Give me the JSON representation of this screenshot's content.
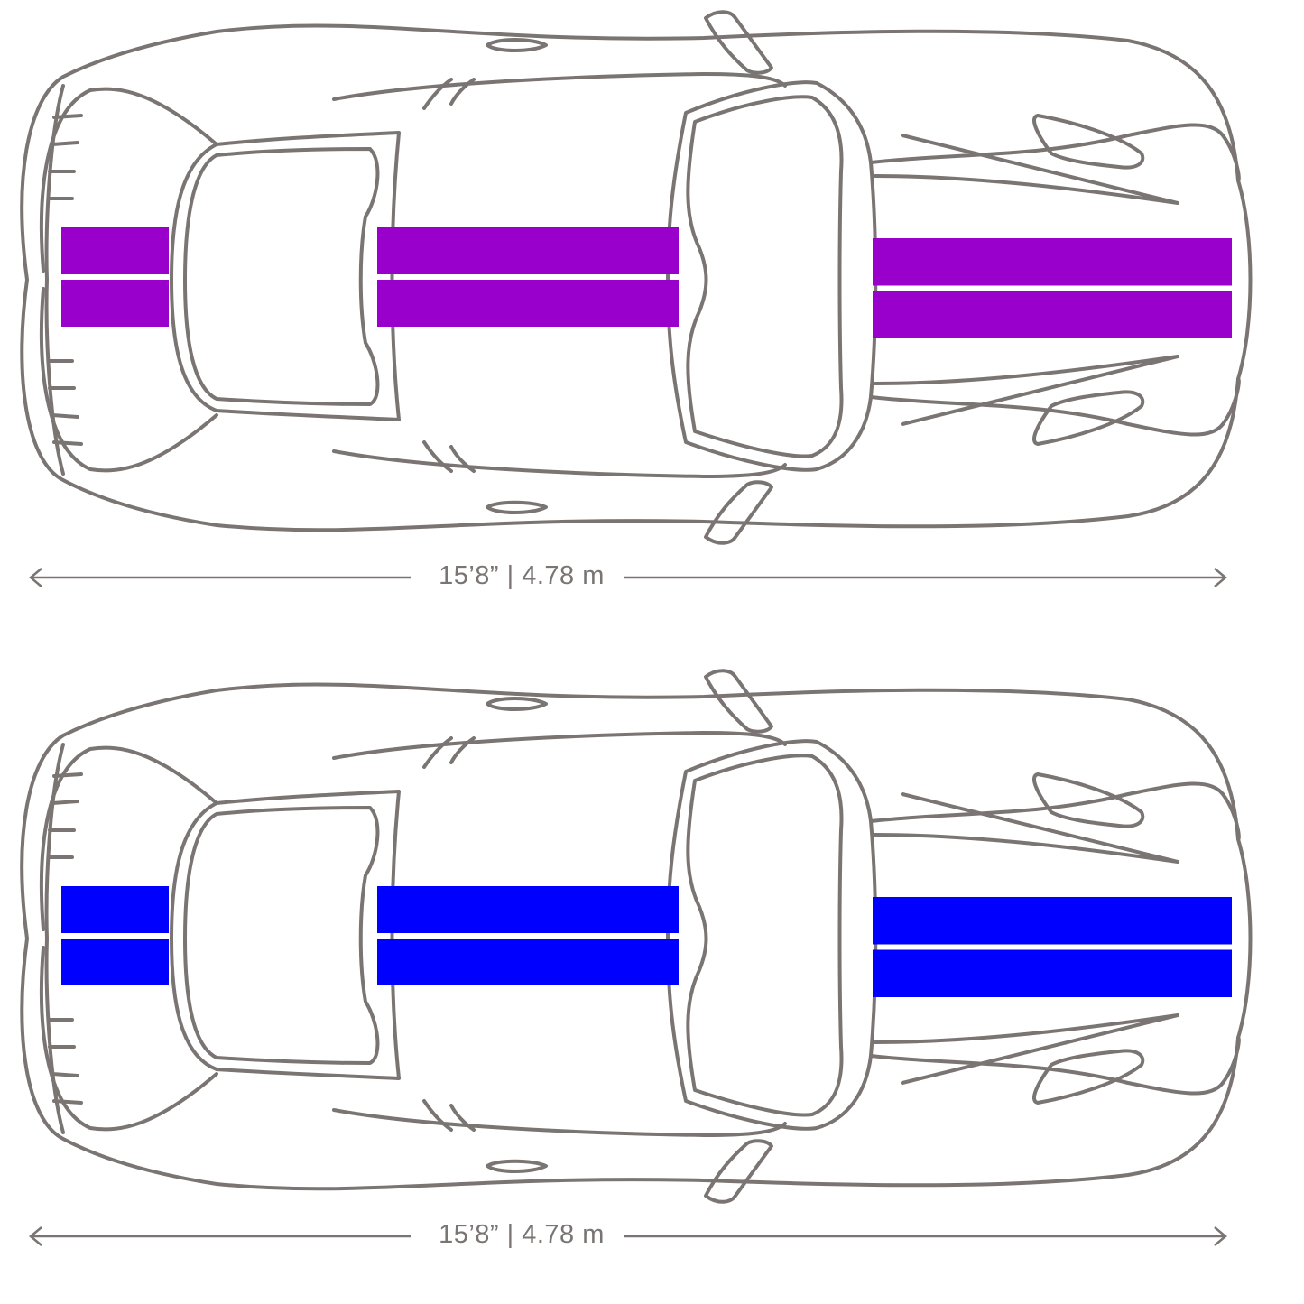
{
  "outline_color": "#7a7572",
  "cars": [
    {
      "stripe_color": "#9900CC",
      "stripe_name": "purple",
      "dimension_label": "15’8” | 4.78 m"
    },
    {
      "stripe_color": "#0000FF",
      "stripe_name": "blue",
      "dimension_label": "15’8” | 4.78 m"
    }
  ]
}
